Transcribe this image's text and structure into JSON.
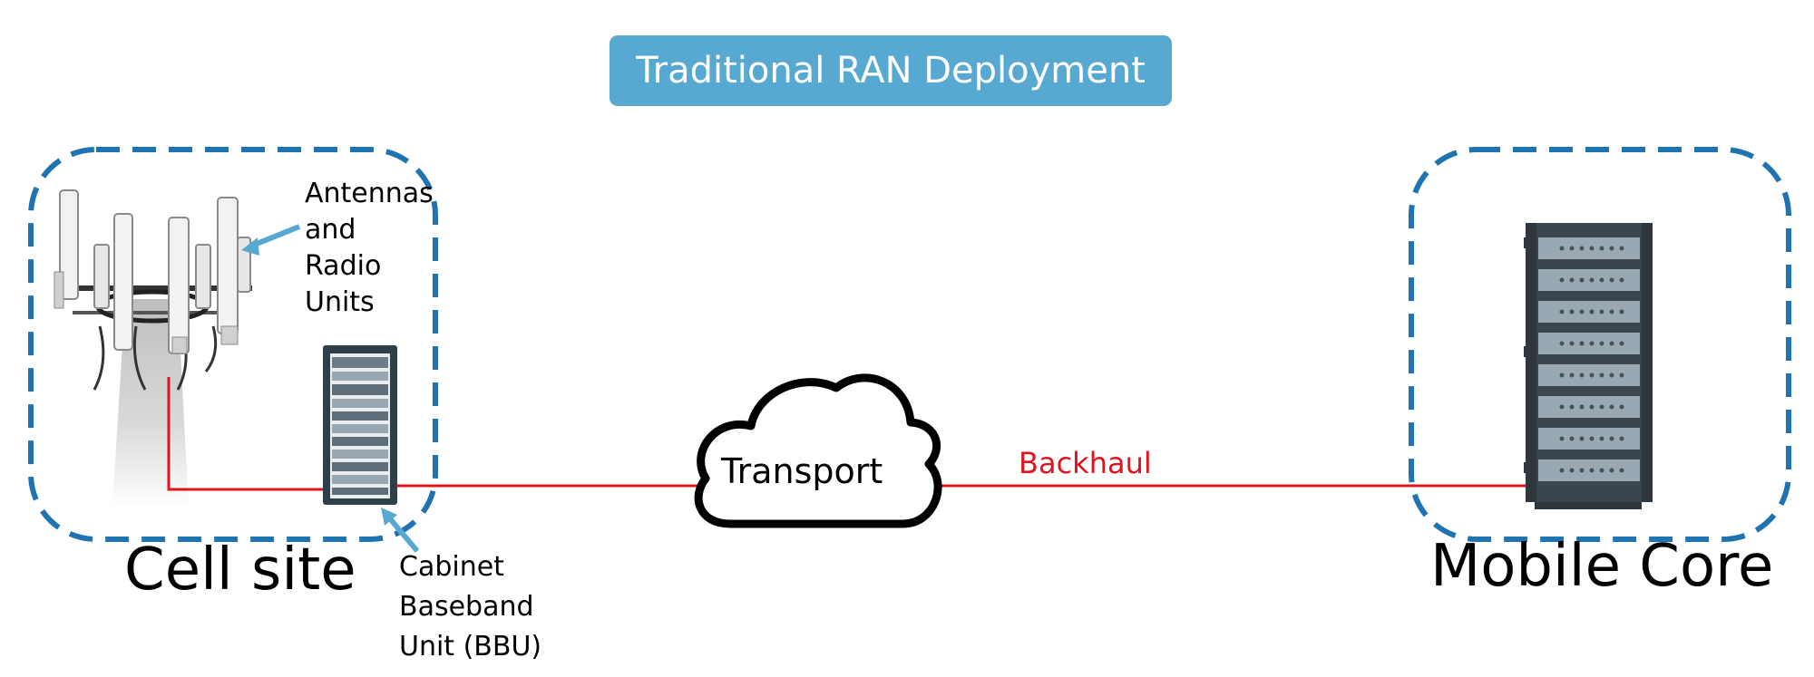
{
  "title": "Traditional RAN Deployment",
  "cell_site": {
    "label": "Cell site",
    "antenna_label": [
      "Antennas",
      "and",
      "Radio",
      "Units"
    ],
    "cabinet_label": [
      "Cabinet",
      "Baseband",
      "Unit (BBU)"
    ]
  },
  "transport": {
    "label": "Transport"
  },
  "link": {
    "label": "Backhaul",
    "color": "#e0141c"
  },
  "mobile_core": {
    "label": "Mobile Core"
  },
  "colors": {
    "title_bg": "#57a9d2",
    "dashed_border": "#1f73b0",
    "arrow": "#57a9d2",
    "server_body": "#3a464e",
    "server_slot": "#99a8b2"
  },
  "icons": [
    "cell-tower-icon",
    "bbu-cabinet-icon",
    "cloud-icon",
    "server-rack-icon"
  ]
}
